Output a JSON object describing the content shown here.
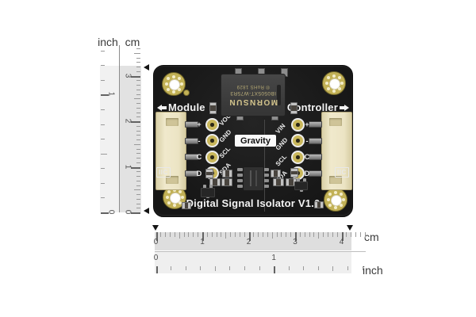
{
  "rulers": {
    "vertical": {
      "inch_label": "inch",
      "cm_label": "cm",
      "cm_numbers": [
        "0",
        "1",
        "2",
        "3"
      ],
      "inch_numbers": [
        "0",
        "1"
      ]
    },
    "horizontal": {
      "cm_label": "cm",
      "inch_label": "inch",
      "cm_numbers": [
        "0",
        "1",
        "2",
        "3",
        "4"
      ],
      "inch_numbers": [
        "0",
        "1"
      ]
    }
  },
  "board": {
    "module_label": "Module",
    "controller_label": "Controller",
    "gravity_label": "Gravity",
    "title": "Digital Signal Isolator V1.0",
    "iic_label": "IIC",
    "isolation_module": {
      "lines": [
        "MORNSUN",
        "IB0505XT-W75R3",
        "® RoHS 1829"
      ]
    },
    "left_header": {
      "pin_marks": [
        "+",
        "-",
        "C",
        "D"
      ],
      "signals": [
        "VOUT",
        "GND",
        "SCL",
        "SDA"
      ]
    },
    "right_header": {
      "pin_marks": [
        "+",
        "-",
        "C",
        "D"
      ],
      "signals": [
        "VIN",
        "GND",
        "SCL",
        "SDA"
      ]
    },
    "colors": {
      "pcb": "#1b1b1b",
      "gold_pad": "#c6b456",
      "connector": "#ece4c4",
      "silkscreen": "#f2f2f2",
      "chip_text": "#cfc08a"
    }
  }
}
